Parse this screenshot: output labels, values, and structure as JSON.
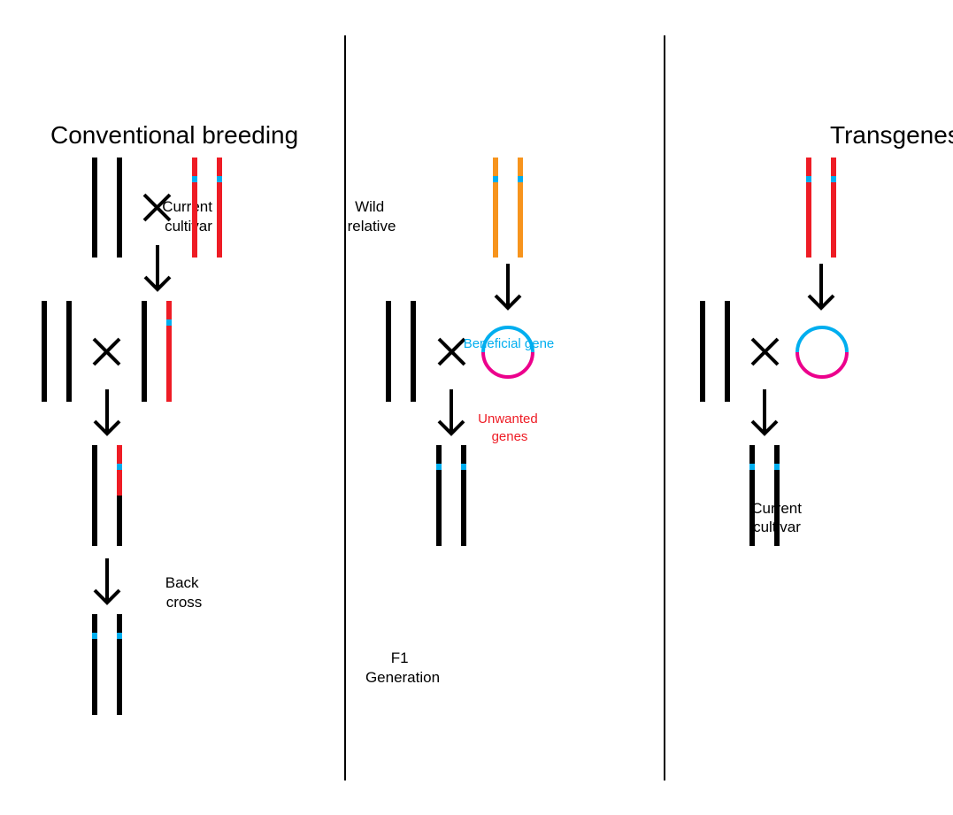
{
  "colors": {
    "black": "#000000",
    "red": "#ee1c25",
    "orange": "#f7941d",
    "blue": "#00aeef",
    "magenta": "#ec008c"
  },
  "titles": {
    "conventional": "Conventional breeding",
    "transgenesis": "Transgenesis"
  },
  "labels": {
    "current_cultivar_top": [
      "Current",
      "cultivar"
    ],
    "wild_relative": [
      "Wild",
      "relative"
    ],
    "back_cross": [
      "Back",
      "cross"
    ],
    "f1_generation": [
      "F1",
      "Generation"
    ],
    "beneficial_gene": "Beneficial gene",
    "unwanted_genes": [
      "Unwanted",
      "genes"
    ],
    "current_cultivar_bottom": [
      "Current",
      "cultivar"
    ]
  },
  "symbols": {
    "cross": "×",
    "arrow": "↓"
  }
}
